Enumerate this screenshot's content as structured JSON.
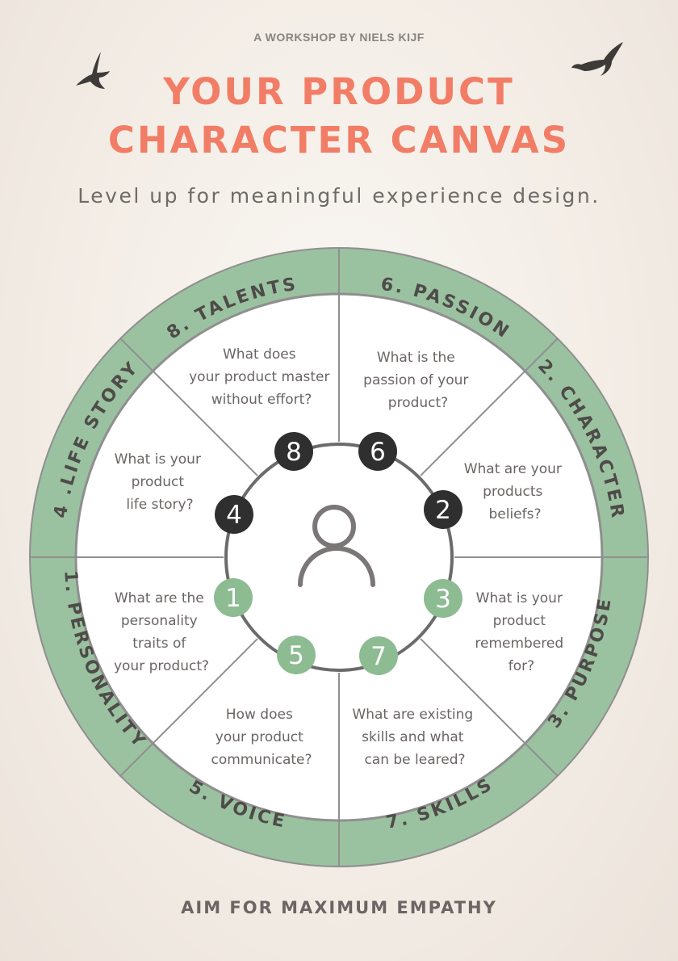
{
  "header": {
    "kicker": "A WORKSHOP BY NIELS KIJF",
    "title_line1": "YOUR PRODUCT",
    "title_line2": "CHARACTER CANVAS",
    "subtitle": "Level up for meaningful experience design."
  },
  "ring_labels": {
    "talents": "8. TALENTS",
    "passion": "6. PASSION",
    "life_story": "4 .LIFE STORY",
    "character": "2. CHARACTER",
    "personality": "1. PERSONALITY",
    "purpose": "3. PURPOSE",
    "voice": "5. VOICE",
    "skills": "7. SKILLS"
  },
  "questions": {
    "talents": [
      "What does",
      "your product master",
      "without effort?"
    ],
    "passion": [
      "What is the",
      "passion of your",
      "product?"
    ],
    "life_story": [
      "What is your",
      "product",
      "life story?"
    ],
    "character": [
      "What are your",
      "products",
      "beliefs?"
    ],
    "personality": [
      "What are the",
      "personality",
      "traits of",
      "your product?"
    ],
    "purpose": [
      "What is your",
      "product",
      "remembered",
      "for?"
    ],
    "voice": [
      "How does",
      "your product",
      "communicate?"
    ],
    "skills": [
      "What are existing",
      "skills and what",
      "can be leared?"
    ]
  },
  "badges": {
    "b8": "8",
    "b6": "6",
    "b4": "4",
    "b2": "2",
    "b1": "1",
    "b3": "3",
    "b5": "5",
    "b7": "7"
  },
  "icons": {
    "center": "person-icon",
    "bird": "bird-icon"
  },
  "colors": {
    "accent": "#f27d66",
    "ring": "#9bc2a0",
    "badge_dark": "#2f2f2f",
    "badge_green": "#8dbb92",
    "line": "#6b6b6b"
  },
  "footer": {
    "text": "AIM FOR MAXIMUM EMPATHY"
  }
}
